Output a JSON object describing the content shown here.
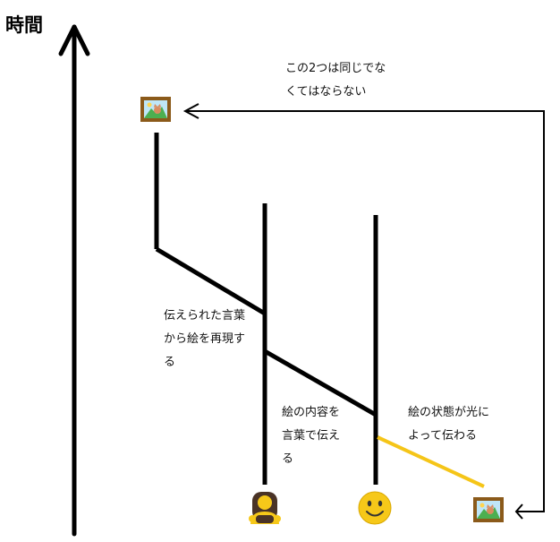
{
  "axis_label": "時間",
  "labels": {
    "top_note": [
      "この2つは同じでな",
      "くてはならない"
    ],
    "receiver_note": [
      "伝えられた言葉",
      "から絵を再現す",
      "る"
    ],
    "speaker_note": [
      "絵の内容を",
      "言葉で伝え",
      "る"
    ],
    "light_note": [
      "絵の状態が光に",
      "よって伝わる"
    ]
  },
  "icons": {
    "top_picture": "framed-picture-icon",
    "bottom_picture": "framed-picture-icon",
    "receiver_person": "person-icon",
    "smiley_person": "smiley-face-icon"
  },
  "colors": {
    "line": "#000000",
    "light_path": "#f5c518",
    "frame": "#8b5a1a",
    "smiley": "#f6c819",
    "hair": "#4a3326"
  }
}
